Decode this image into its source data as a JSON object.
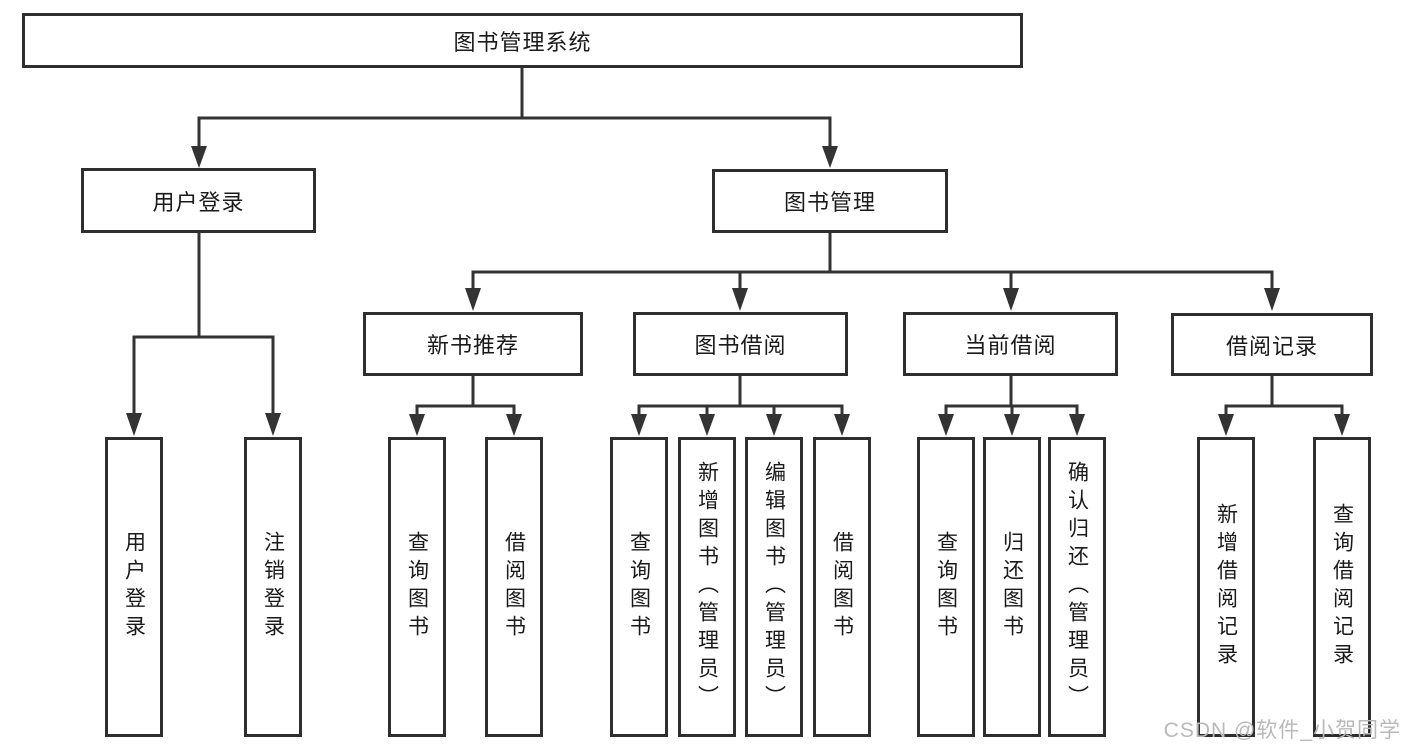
{
  "diagram": {
    "type": "hierarchy-tree",
    "root": {
      "label": "图书管理系统"
    },
    "level2": [
      {
        "id": "user-login",
        "label": "用户登录"
      },
      {
        "id": "book-management",
        "label": "图书管理"
      }
    ],
    "level3": [
      {
        "id": "new-book-recommend",
        "parent": "图书管理",
        "label": "新书推荐"
      },
      {
        "id": "book-borrow",
        "parent": "图书管理",
        "label": "图书借阅"
      },
      {
        "id": "current-borrow",
        "parent": "图书管理",
        "label": "当前借阅"
      },
      {
        "id": "borrow-records",
        "parent": "图书管理",
        "label": "借阅记录"
      }
    ],
    "leaves": [
      {
        "parent": "用户登录",
        "label": "用户登录"
      },
      {
        "parent": "用户登录",
        "label": "注销登录"
      },
      {
        "parent": "新书推荐",
        "label": "查询图书"
      },
      {
        "parent": "新书推荐",
        "label": "借阅图书"
      },
      {
        "parent": "图书借阅",
        "label": "查询图书"
      },
      {
        "parent": "图书借阅",
        "label": "新增图书（管理员）"
      },
      {
        "parent": "图书借阅",
        "label": "编辑图书（管理员）"
      },
      {
        "parent": "图书借阅",
        "label": "借阅图书"
      },
      {
        "parent": "当前借阅",
        "label": "查询图书"
      },
      {
        "parent": "当前借阅",
        "label": "归还图书"
      },
      {
        "parent": "当前借阅",
        "label": "确认归还（管理员）"
      },
      {
        "parent": "借阅记录",
        "label": "新增借阅记录"
      },
      {
        "parent": "借阅记录",
        "label": "查询借阅记录"
      }
    ]
  },
  "watermark": {
    "text": "CSDN @软件_小贺同学",
    "color": "#b9b9b9"
  },
  "colors": {
    "line": "#333333",
    "box_border": "#2e2e2e",
    "box_fill": "#ffffff",
    "text": "#1a1a1a",
    "background": "#ffffff"
  }
}
